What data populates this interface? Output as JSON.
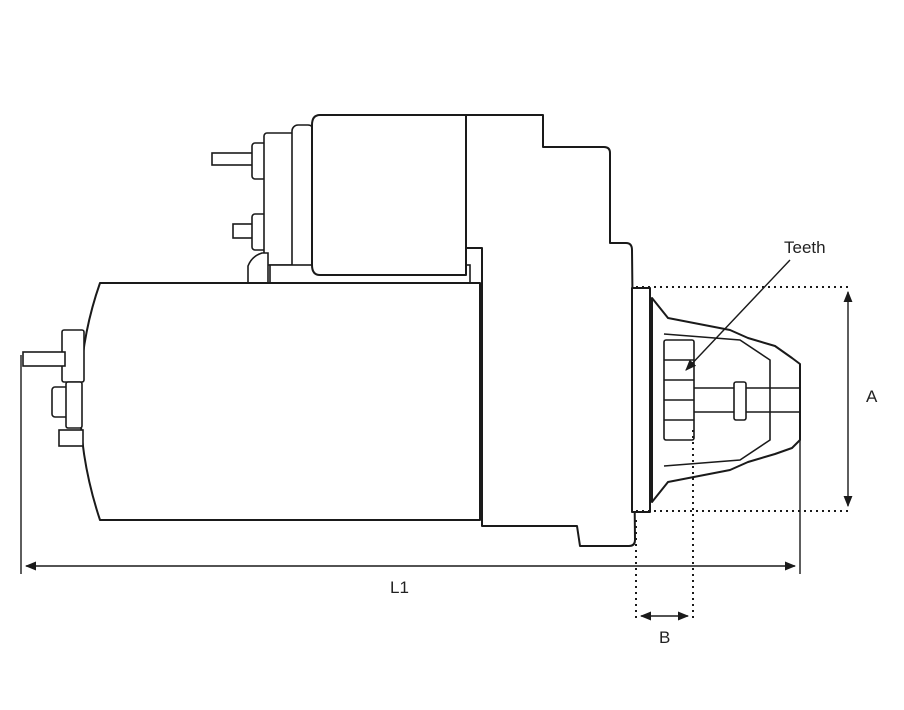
{
  "labels": {
    "teeth": "Teeth",
    "dim_a": "A",
    "dim_b": "B",
    "dim_l1": "L1"
  },
  "colors": {
    "line": "#1a1a1a",
    "background": "#ffffff"
  }
}
